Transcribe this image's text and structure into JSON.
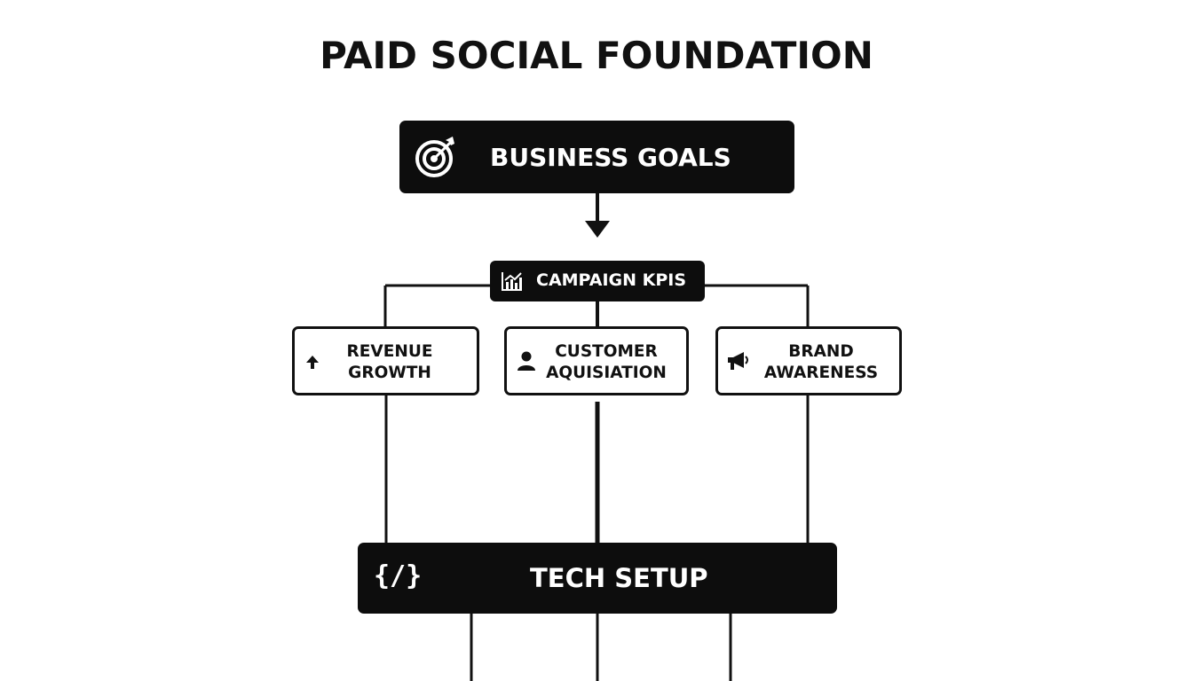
{
  "title": "PAID SOCIAL FOUNDATION",
  "business_goals": {
    "label": "BUSINESS GOALS",
    "icon": "target-arrow-icon"
  },
  "campaign_kpis": {
    "label": "CAMPAIGN KPIS",
    "icon": "chart-icon"
  },
  "kpi_cards": [
    {
      "line1": "REVENUE",
      "line2": "GROWTH",
      "icon": "arrow-up-icon"
    },
    {
      "line1": "CUSTOMER",
      "line2": "AQUISIATION",
      "icon": "user-icon"
    },
    {
      "line1": "BRAND",
      "line2": "AWARENESS",
      "icon": "megaphone-icon"
    }
  ],
  "tech_setup": {
    "label": "TECH SETUP",
    "icon_text": "{/}",
    "icon": "code-icon"
  },
  "colors": {
    "box_fill": "#0d0d0d",
    "line": "#111111",
    "background": "#ffffff",
    "text_on_dark": "#ffffff"
  }
}
